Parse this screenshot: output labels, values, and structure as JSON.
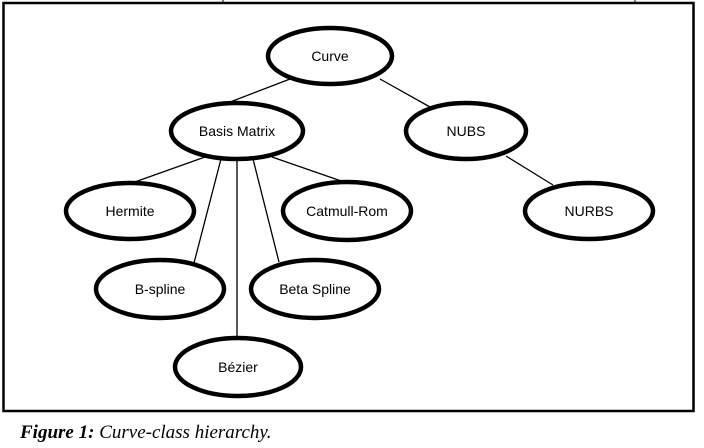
{
  "figure": {
    "caption_label": "Figure 1:",
    "caption_text": " Curve-class hierarchy."
  },
  "nodes": [
    {
      "id": "curve",
      "label": "Curve"
    },
    {
      "id": "basis-matrix",
      "label": "Basis Matrix"
    },
    {
      "id": "nubs",
      "label": "NUBS"
    },
    {
      "id": "hermite",
      "label": "Hermite"
    },
    {
      "id": "catmull-rom",
      "label": "Catmull-Rom"
    },
    {
      "id": "nurbs",
      "label": "NURBS"
    },
    {
      "id": "b-spline",
      "label": "B-spline"
    },
    {
      "id": "beta-spline",
      "label": "Beta Spline"
    },
    {
      "id": "bezier",
      "label": "Bézier"
    }
  ],
  "edges": [
    {
      "from": "curve",
      "to": "basis-matrix"
    },
    {
      "from": "curve",
      "to": "nubs"
    },
    {
      "from": "nubs",
      "to": "nurbs"
    },
    {
      "from": "basis-matrix",
      "to": "hermite"
    },
    {
      "from": "basis-matrix",
      "to": "catmull-rom"
    },
    {
      "from": "basis-matrix",
      "to": "b-spline"
    },
    {
      "from": "basis-matrix",
      "to": "beta-spline"
    },
    {
      "from": "basis-matrix",
      "to": "bezier"
    }
  ]
}
